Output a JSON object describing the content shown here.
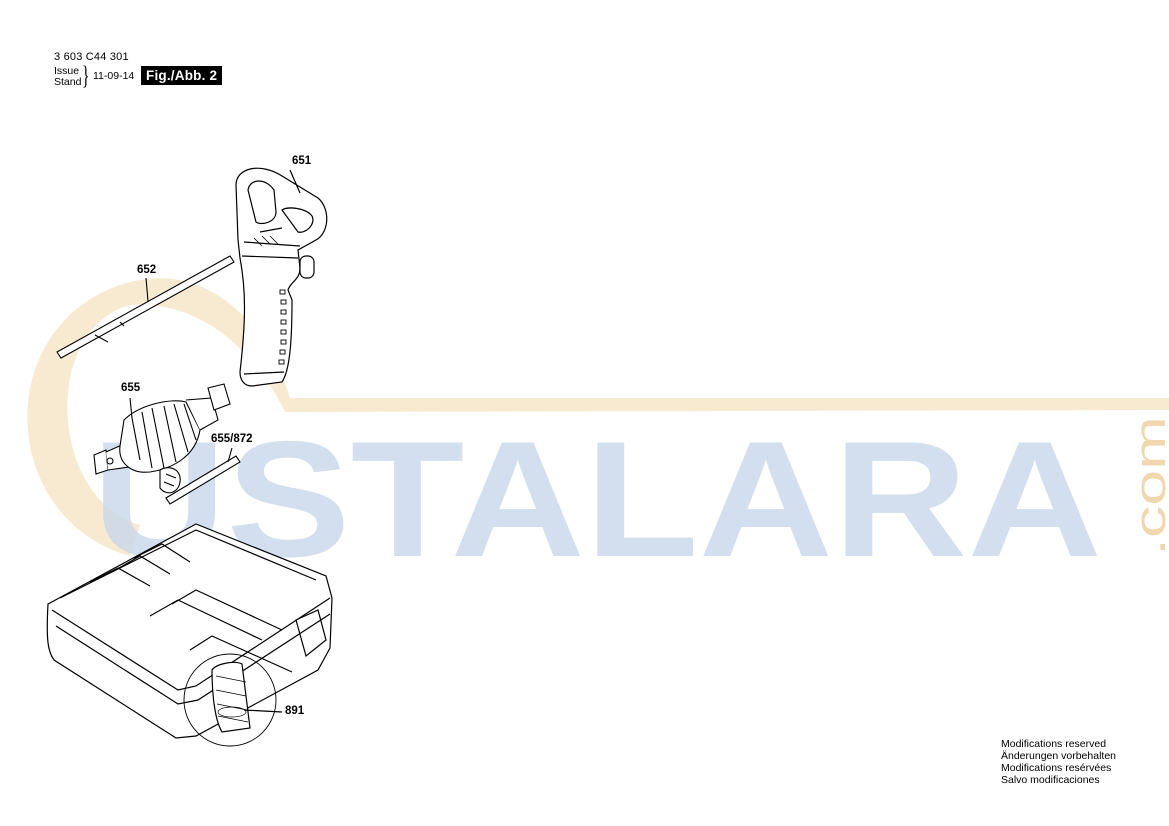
{
  "header": {
    "part_number": "3 603 C44 301",
    "issue_label": "Issue",
    "stand_label": "Stand",
    "date": "11-09-14",
    "figure_label": "Fig./Abb. 2"
  },
  "callouts": {
    "handle": "651",
    "depth_stop": "652",
    "chuck": "655",
    "chuck_key": "655/872",
    "case_insert": "891"
  },
  "watermark": {
    "brand": "USTALARA",
    "suffix": ".com",
    "colors": {
      "letters": "#c9d8ea",
      "swoosh": "#f6e3c2"
    }
  },
  "footer": {
    "lines": [
      "Modifications reserved",
      "Änderungen vorbehalten",
      "Modifications resérvées",
      "Salvo modificaciones"
    ]
  }
}
